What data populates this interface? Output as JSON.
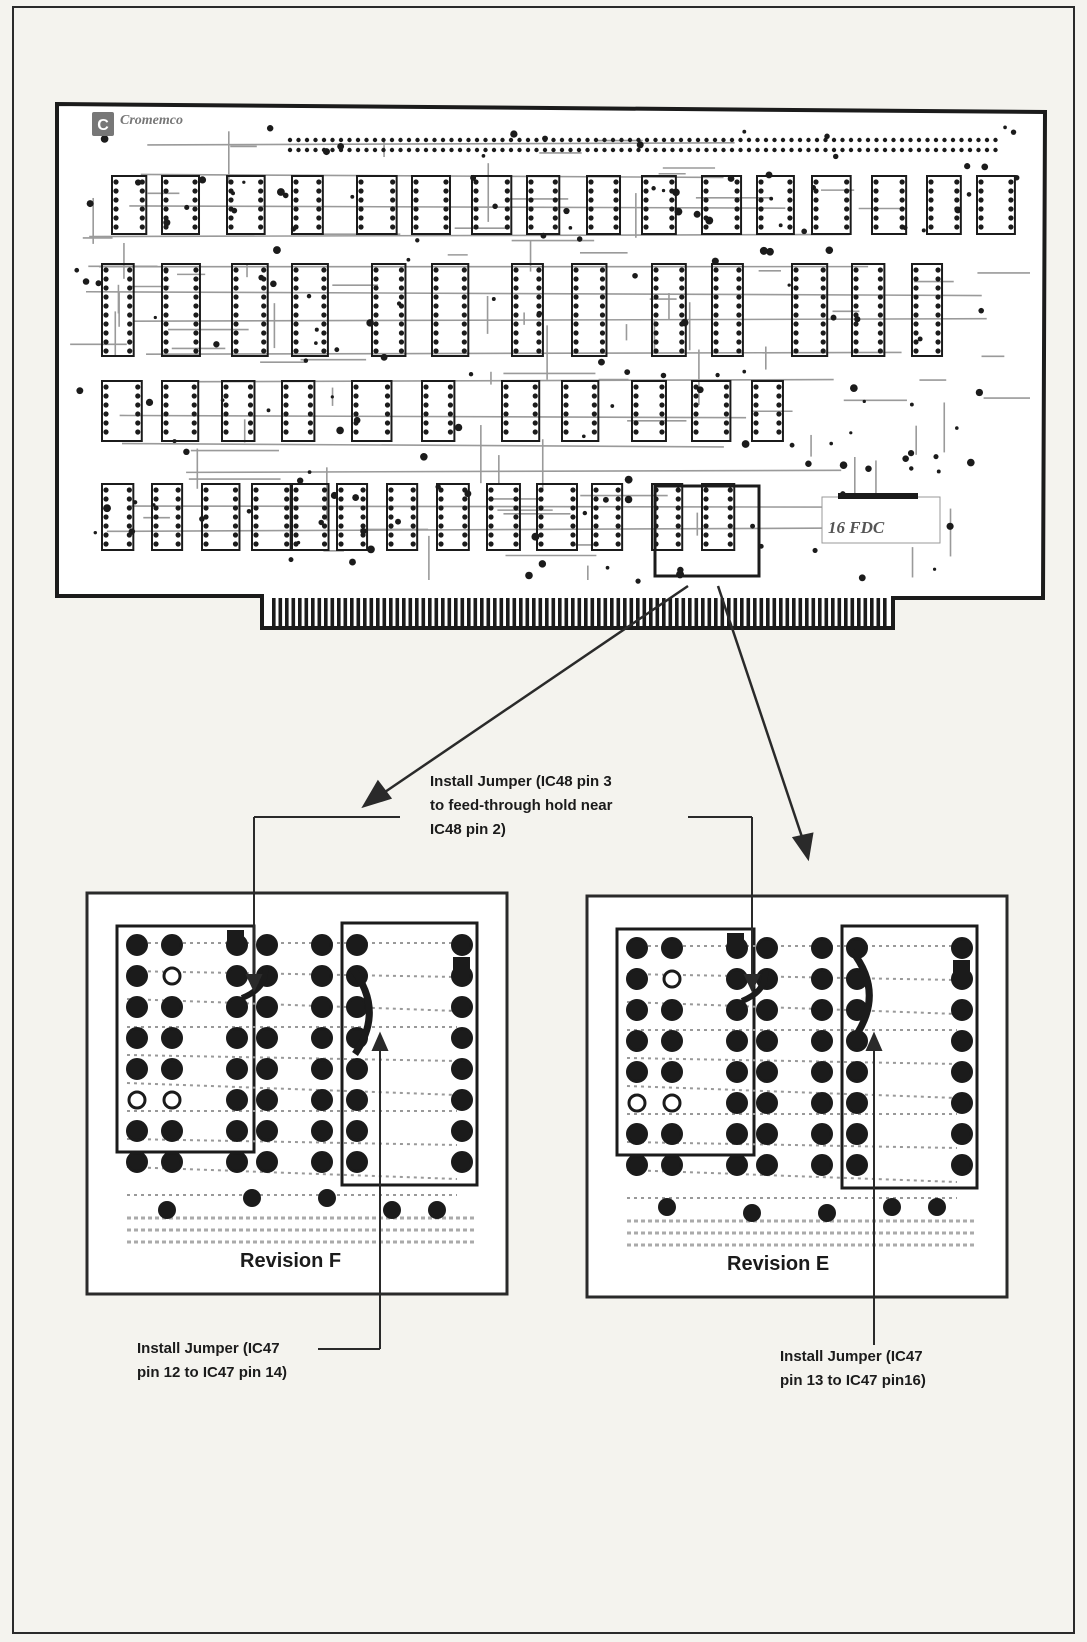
{
  "board": {
    "brand": "Cromemco",
    "logo_letter": "C",
    "model": "16 FDC"
  },
  "callouts": {
    "ic48_jumper": "Install Jumper (IC48 pin 3\nto feed-through hold near\nIC48 pin 2)",
    "ic47_rev_f": "Install Jumper (IC47\npin 12 to IC47 pin 14)",
    "ic47_rev_e": "Install Jumper (IC47\npin 13 to IC47 pin16)"
  },
  "panels": {
    "rev_f_title": "Revision F",
    "rev_e_title": "Revision E"
  },
  "colors": {
    "ink": "#1b1b1b",
    "paper": "#f4f3ee",
    "board": "#ffffff",
    "trace": "#9a9a9a"
  }
}
